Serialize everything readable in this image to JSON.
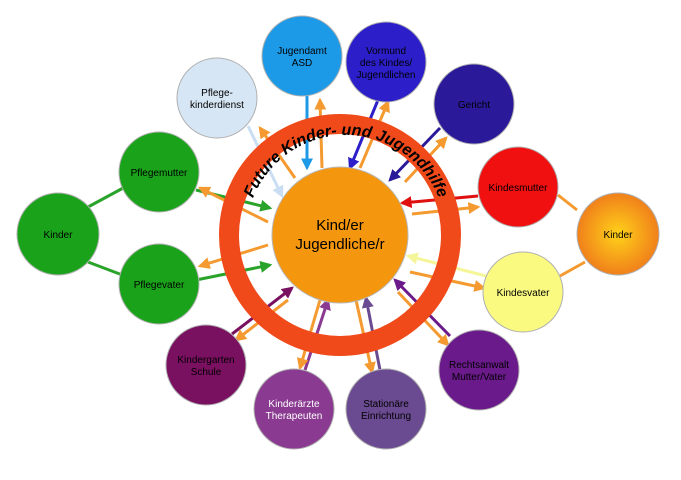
{
  "diagram": {
    "ring_title": "Future Kinder- und Jugendhilfe",
    "center": {
      "lines": [
        "Kind/er",
        "Jugendliche/r"
      ]
    },
    "nodes": [
      {
        "id": "kinder-left",
        "lines": [
          "Kinder"
        ],
        "color": "#1aa31a",
        "text_color": "#000000"
      },
      {
        "id": "pflegemutter",
        "lines": [
          "Pflegemutter"
        ],
        "color": "#1aa31a",
        "text_color": "#000000"
      },
      {
        "id": "pflegevater",
        "lines": [
          "Pflegevater"
        ],
        "color": "#1aa31a",
        "text_color": "#000000"
      },
      {
        "id": "pflegekinderdienst",
        "lines": [
          "Pflege-",
          "kinderdienst"
        ],
        "color": "#d6e6f5",
        "text_color": "#000000"
      },
      {
        "id": "jugendamt",
        "lines": [
          "Jugendamt",
          "ASD"
        ],
        "color": "#1c9ae8",
        "text_color": "#000000"
      },
      {
        "id": "vormund",
        "lines": [
          "Vormund",
          "des Kindes/",
          "Jugendlichen"
        ],
        "color": "#2c1fc9",
        "text_color": "#000000"
      },
      {
        "id": "gericht",
        "lines": [
          "Gericht"
        ],
        "color": "#2a1a9a",
        "text_color": "#000000"
      },
      {
        "id": "kindesmutter",
        "lines": [
          "Kindesmutter"
        ],
        "color": "#f01010",
        "text_color": "#000000"
      },
      {
        "id": "kinder-right",
        "lines": [
          "Kinder"
        ],
        "color": "#f59a1a",
        "text_color": "#000000"
      },
      {
        "id": "kindesvater",
        "lines": [
          "Kindesvater"
        ],
        "color": "#fafa80",
        "text_color": "#000000"
      },
      {
        "id": "rechtsanwalt",
        "lines": [
          "Rechtsanwalt",
          "Mutter/Vater"
        ],
        "color": "#6a1a8a",
        "text_color": "#000000"
      },
      {
        "id": "stationaere",
        "lines": [
          "Stationäre",
          "Einrichtung"
        ],
        "color": "#6a4a90",
        "text_color": "#000000"
      },
      {
        "id": "kinderaerzte",
        "lines": [
          "Kinderärzte",
          "Therapeuten"
        ],
        "color": "#8a3a90",
        "text_color": "#ffffff"
      },
      {
        "id": "kindergarten",
        "lines": [
          "Kindergarten",
          "Schule"
        ],
        "color": "#7a1060",
        "text_color": "#000000"
      }
    ],
    "colors": {
      "ring": "#f04a1a",
      "center_fill": "#f5960f",
      "orange_arrow": "#f59a30"
    }
  }
}
